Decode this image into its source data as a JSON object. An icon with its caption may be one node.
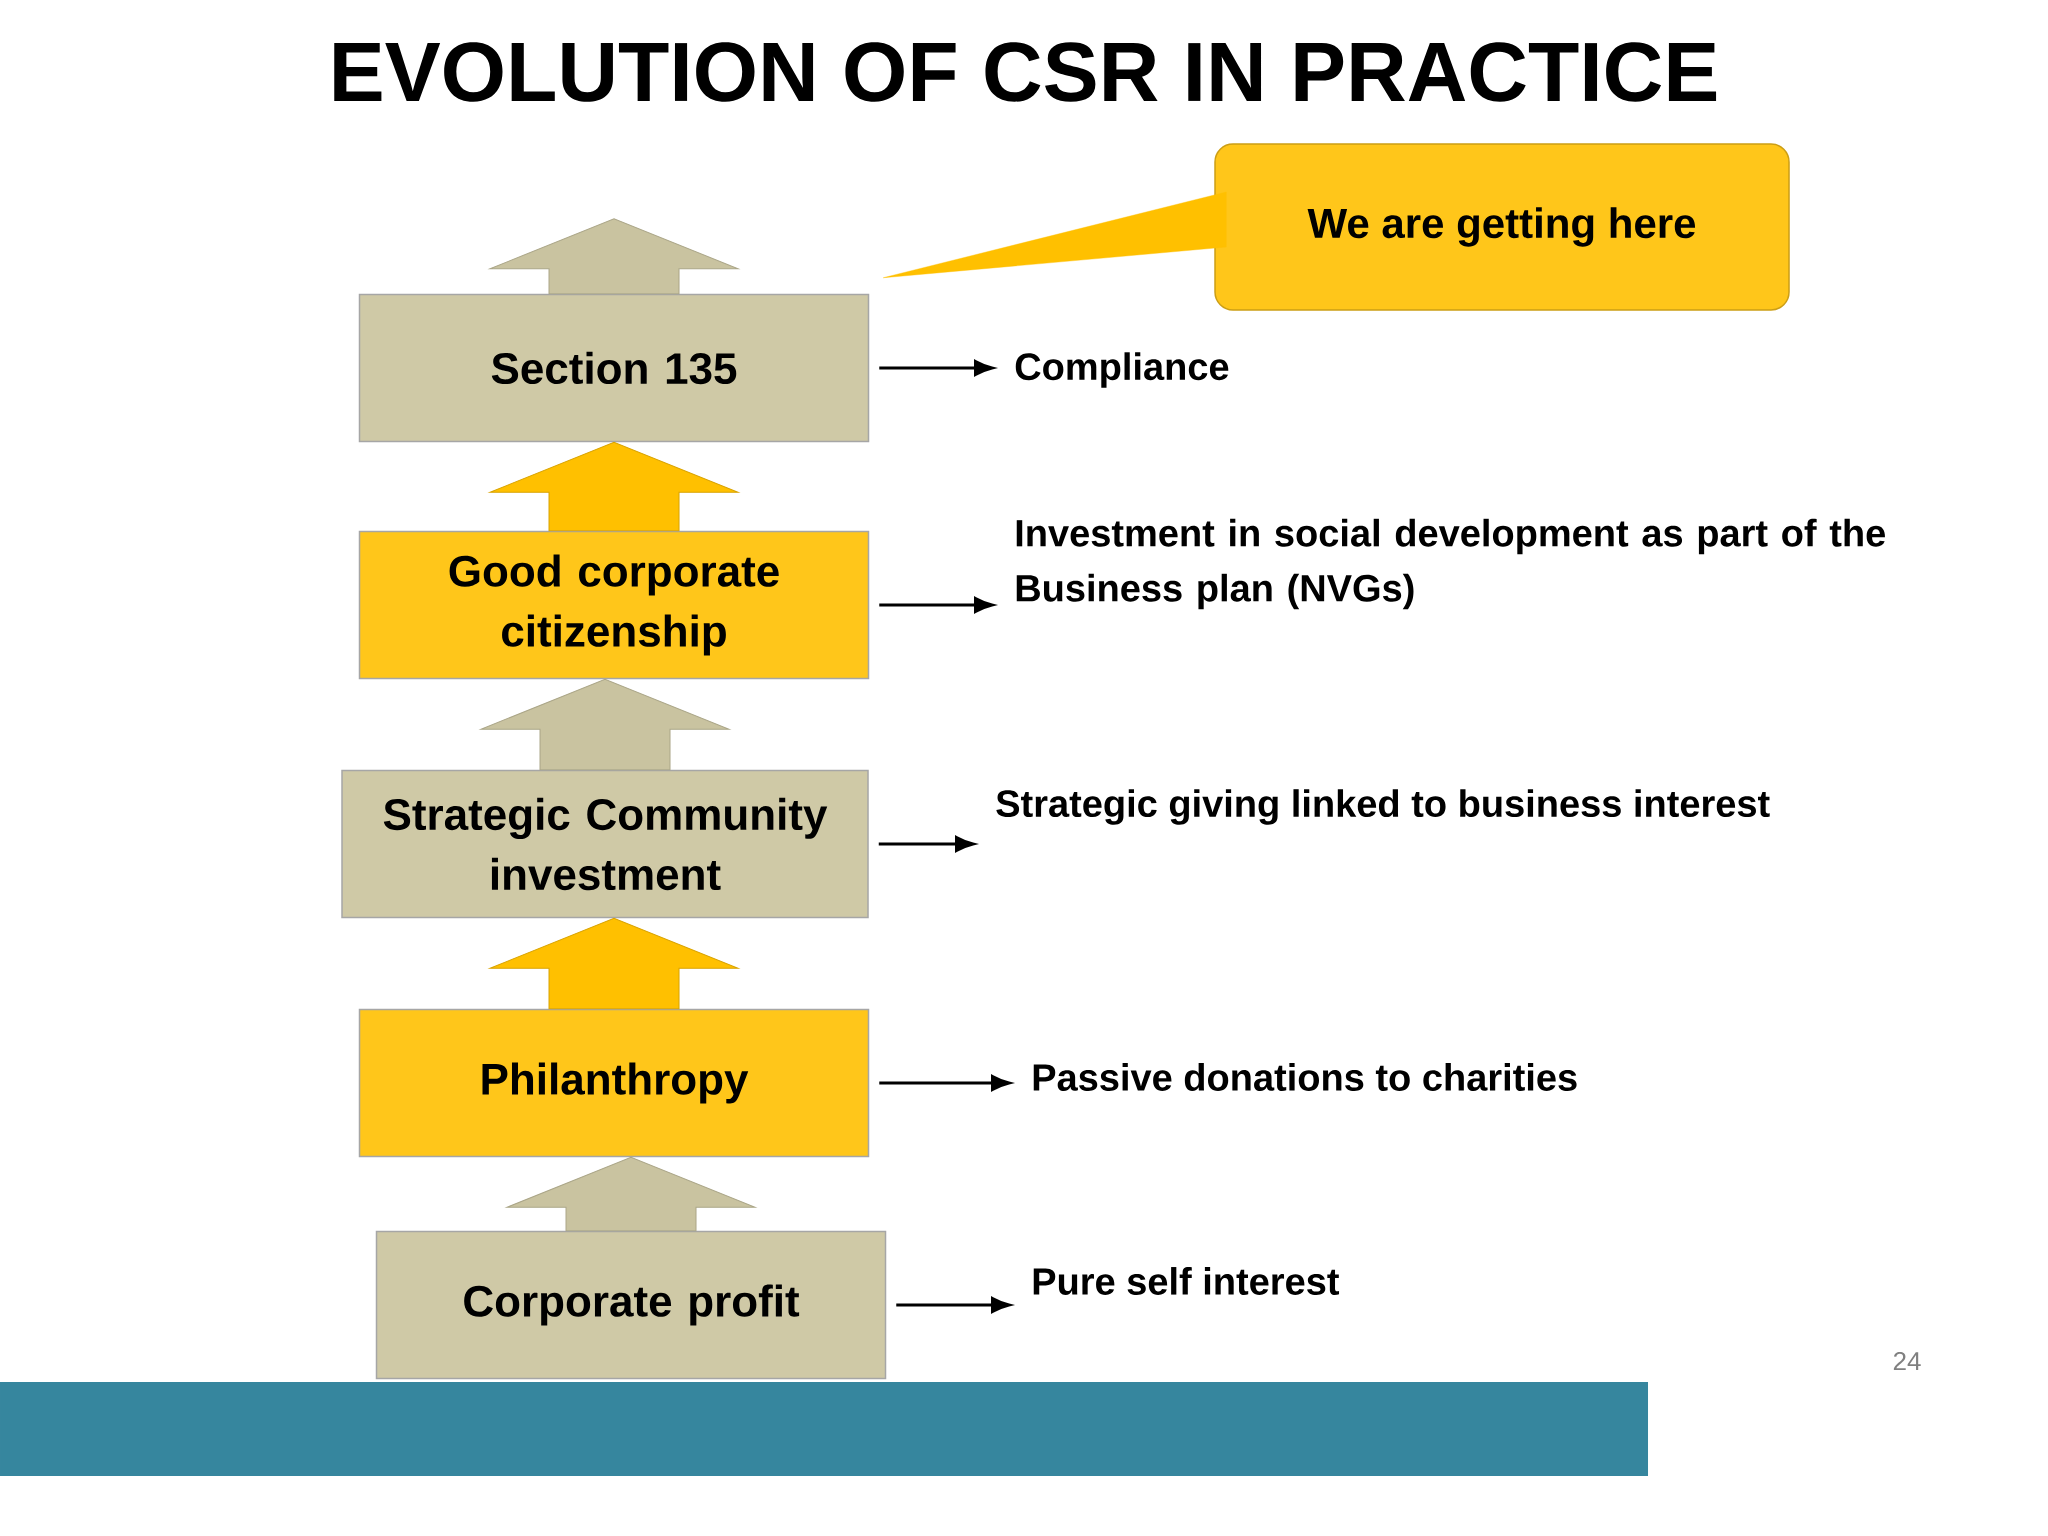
{
  "diagram": {
    "title": "EVOLUTION OF CSR IN PRACTICE",
    "nodes": [
      {
        "text": [
          "Section 135"
        ]
      },
      {
        "text": [
          "Good corporate citizenship"
        ]
      },
      {
        "text": [
          "Strategic Community investment"
        ]
      },
      {
        "text": [
          "Philanthropy"
        ]
      },
      {
        "text": [
          "Corporate profit"
        ]
      },
      {
        "text": [
          "Compliance"
        ]
      },
      {
        "text": [
          "Investment in social development as part of the Business plan (NVGs)"
        ]
      },
      {
        "text": [
          "Strategic giving linked to business interest"
        ]
      },
      {
        "text": [
          "Passive donations to charities"
        ]
      },
      {
        "text": [
          "Pure self interest"
        ]
      },
      {
        "text": [
          "We are getting here"
        ]
      }
    ],
    "edges": [
      {
        "from": 0,
        "to": null,
        "arrow": "to"
      },
      {
        "from": 1,
        "to": 0,
        "arrow": "to",
        "color": "#ffc000"
      },
      {
        "from": 2,
        "to": 1,
        "arrow": "to"
      },
      {
        "from": 3,
        "to": 2,
        "arrow": "to",
        "color": "#ffc000"
      },
      {
        "from": 4,
        "to": 3,
        "arrow": "to"
      },
      {
        "from": 0,
        "to": 5,
        "arrow": "to"
      },
      {
        "from": 1,
        "to": 6,
        "arrow": "to"
      },
      {
        "from": 2,
        "to": 7,
        "arrow": "to"
      },
      {
        "from": 3,
        "to": 8,
        "arrow": "to"
      },
      {
        "from": 4,
        "to": 9,
        "arrow": "to"
      },
      {
        "from": 10,
        "to": 0,
        "arrow": "none",
        "color": "#ffc000"
      }
    ],
    "labels": [
      "24"
    ]
  }
}
